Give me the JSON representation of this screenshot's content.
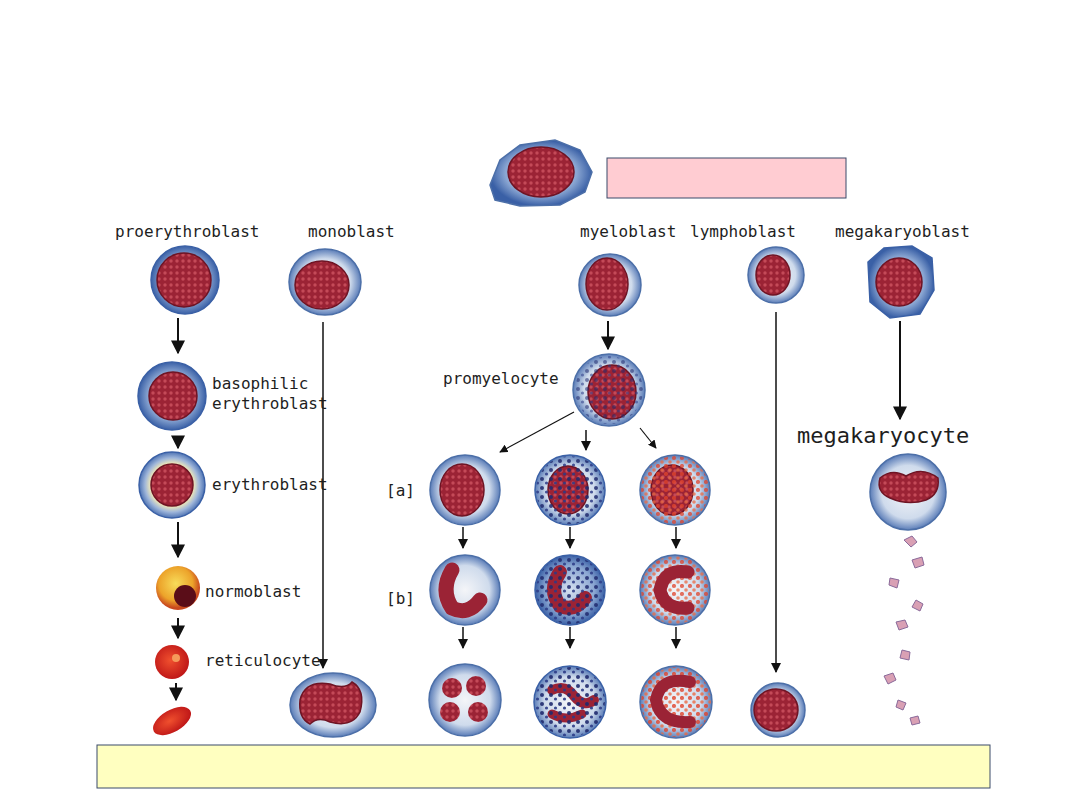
{
  "diagram": {
    "nodes": [
      {
        "text": [
          "proerythroblast"
        ]
      },
      {
        "text": [
          "monoblast"
        ]
      },
      {
        "text": [
          "myeloblast"
        ]
      },
      {
        "text": [
          "lymphoblast"
        ]
      },
      {
        "text": [
          "megakaryoblast"
        ]
      },
      {
        "text": [
          "basophilic erythroblast"
        ]
      },
      {
        "text": [
          "promyelocyte"
        ]
      },
      {
        "text": [
          "erythroblast"
        ]
      },
      {
        "text": [
          "megakaryocyte"
        ]
      },
      {
        "text": [
          "normoblast"
        ]
      },
      {
        "text": [
          "reticulocyte"
        ]
      }
    ],
    "edges": [
      {
        "from": 0,
        "to": 5,
        "arrow": "to"
      },
      {
        "from": 5,
        "to": 7,
        "arrow": "to"
      },
      {
        "from": 7,
        "to": 9,
        "arrow": "to"
      },
      {
        "from": 9,
        "to": 10,
        "arrow": "to"
      },
      {
        "from": 2,
        "to": 6,
        "arrow": "to"
      },
      {
        "from": 4,
        "to": 8,
        "arrow": "to"
      }
    ],
    "labels": [
      "[a]",
      "[b]"
    ]
  }
}
